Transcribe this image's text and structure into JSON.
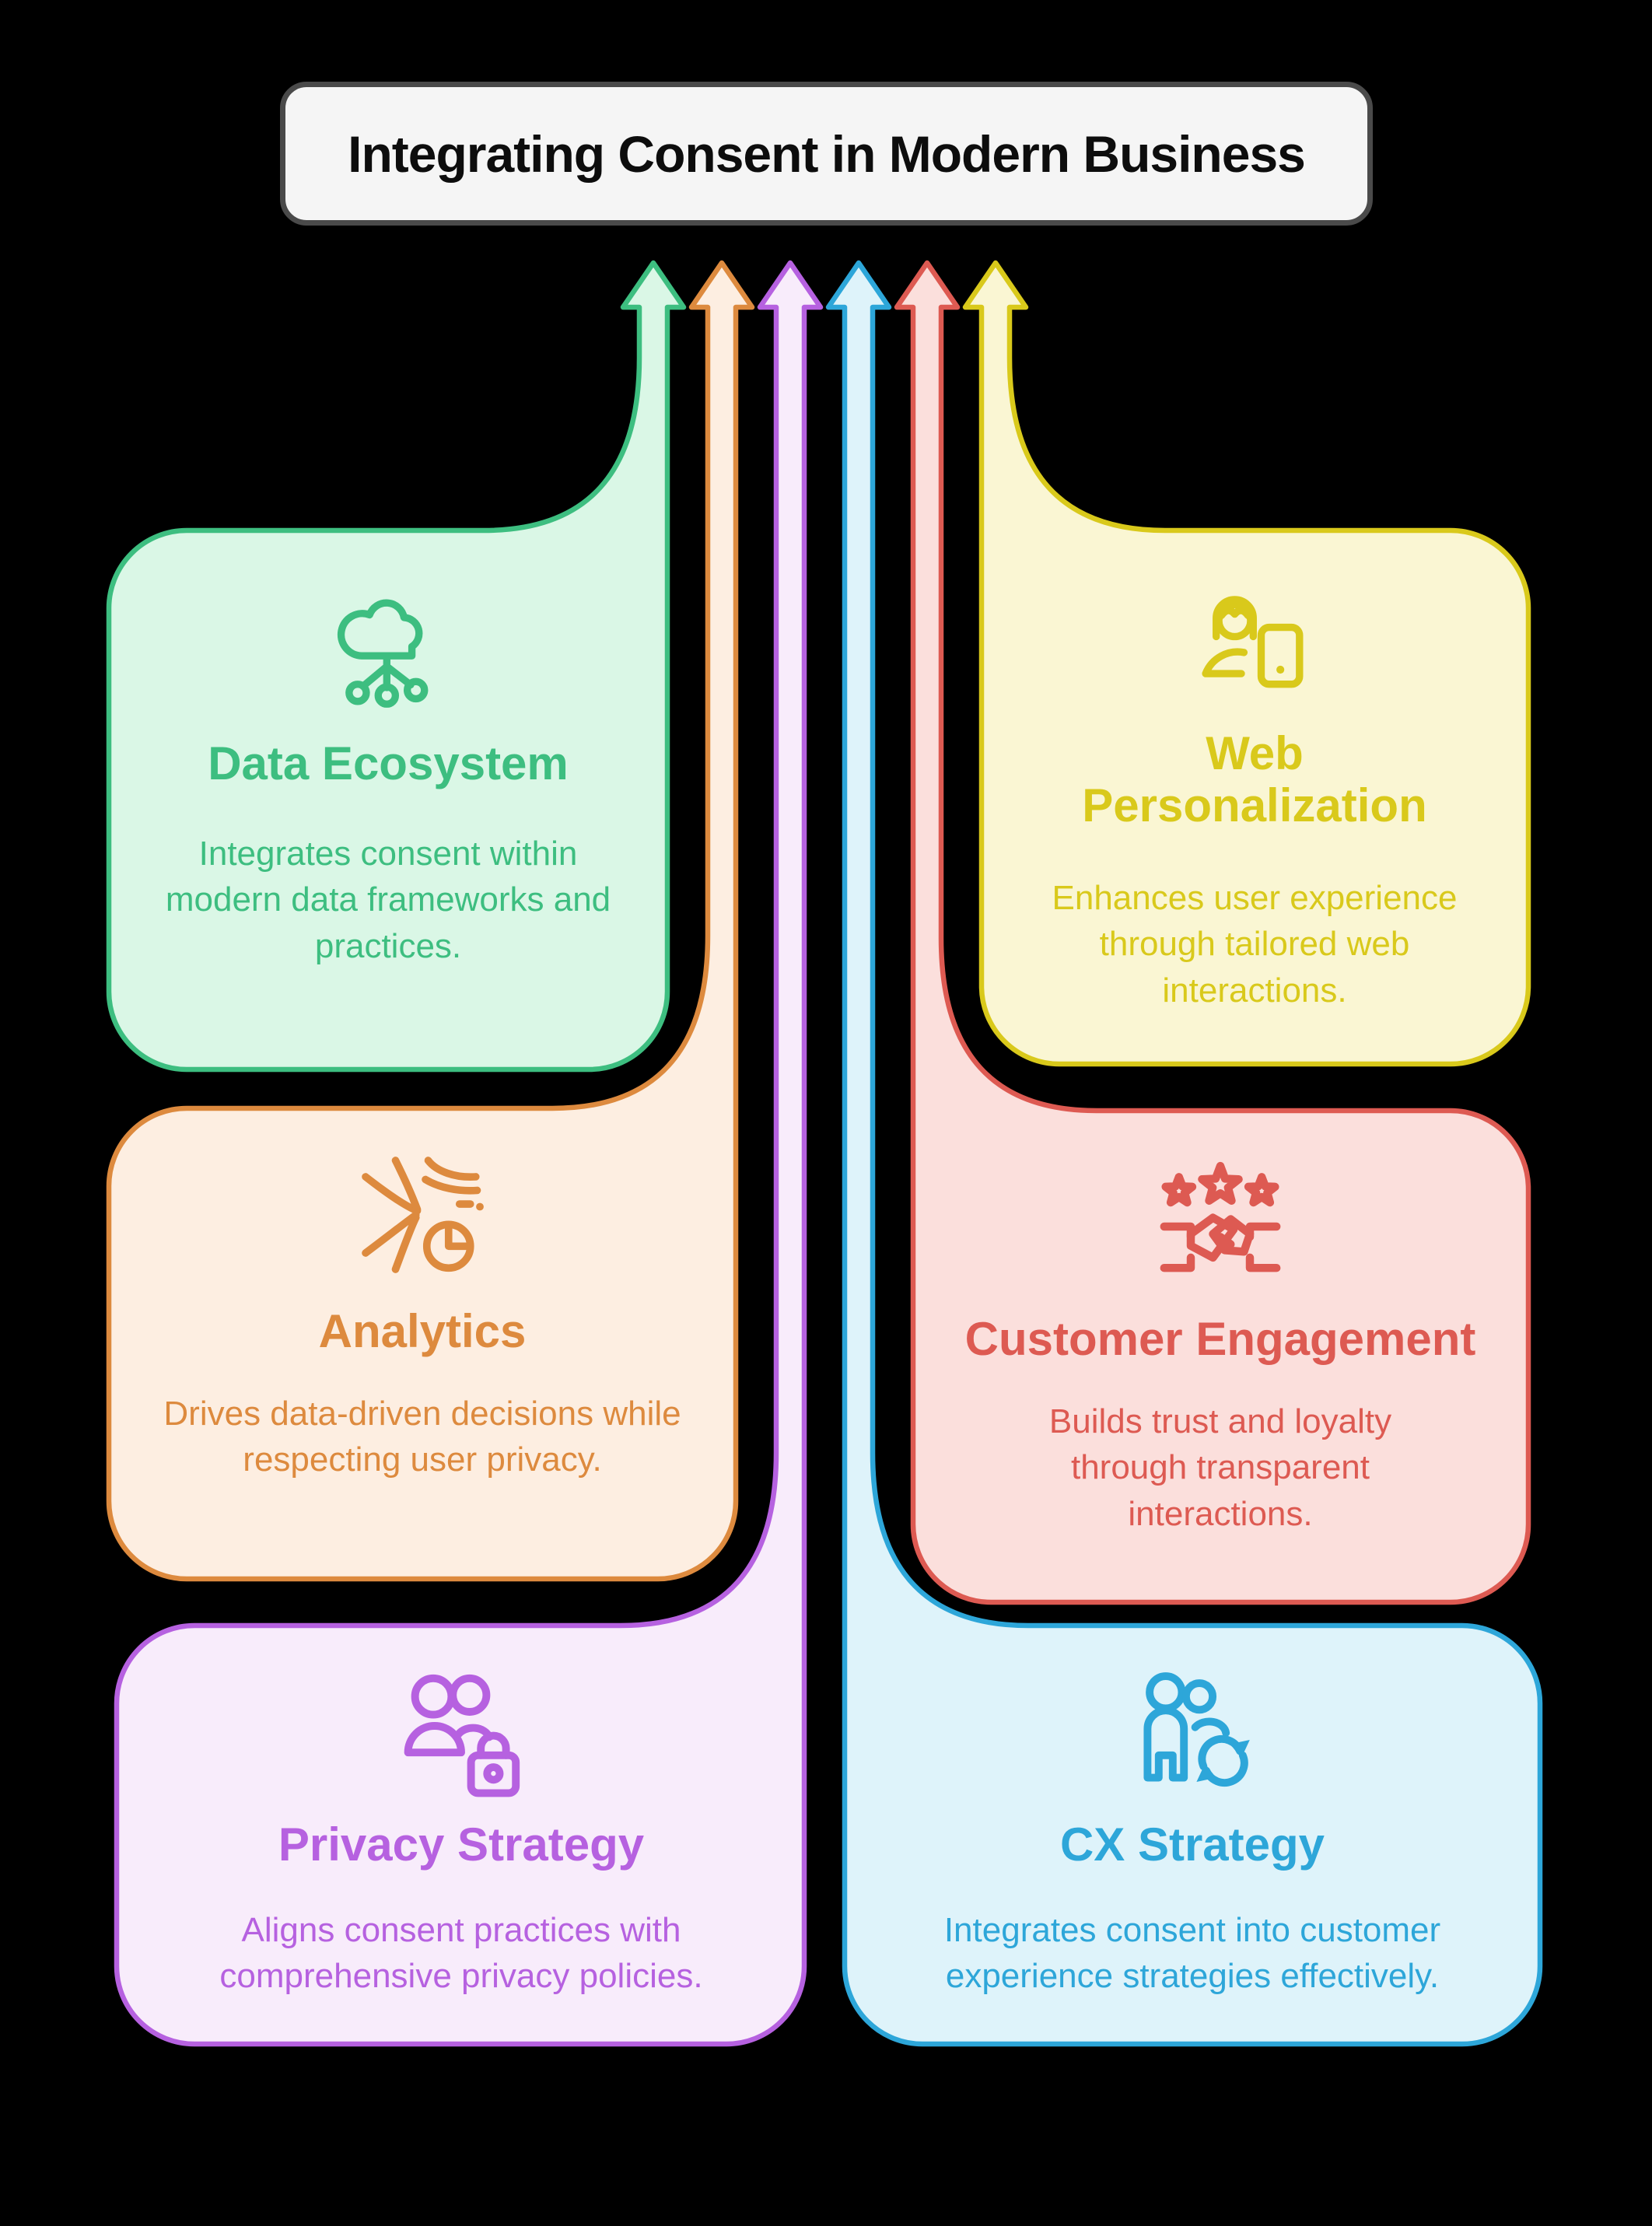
{
  "title": {
    "text": "Integrating Consent in Modern Business"
  },
  "colors": {
    "background": "#000000",
    "title_bg": "#f5f5f5",
    "title_border": "#4a4a4a",
    "title_text": "#0d0d0d"
  },
  "arrows": {
    "direction": "up",
    "columns_left_to_right": [
      "Data Ecosystem",
      "Analytics",
      "Privacy Strategy",
      "CX Strategy",
      "Customer Engagement",
      "Web Personalization"
    ]
  },
  "cards": [
    {
      "label": "Data Ecosystem",
      "description": "Integrates consent within modern data frameworks and practices.",
      "icon": "cloud-network-icon",
      "color": "#3dbe80",
      "color_light": "#daf7e6"
    },
    {
      "label": "Web Personalization",
      "description": "Enhances user experience through tailored web interactions.",
      "icon": "user-device-icon",
      "color": "#d9c91b",
      "color_light": "#faf6d3"
    },
    {
      "label": "Analytics",
      "description": "Drives data-driven decisions while respecting user privacy.",
      "icon": "flow-pie-chart-icon",
      "color": "#dd8a3e",
      "color_light": "#fdeee1"
    },
    {
      "label": "Customer Engagement",
      "description": "Builds trust and loyalty through transparent interactions.",
      "icon": "stars-handshake-icon",
      "color": "#dd5a52",
      "color_light": "#fbdfdc"
    },
    {
      "label": "Privacy Strategy",
      "description": "Aligns consent practices with comprehensive privacy policies.",
      "icon": "users-padlock-icon",
      "color": "#b661e0",
      "color_light": "#f8ecfb"
    },
    {
      "label": "CX Strategy",
      "description": "Integrates consent into customer experience strategies effectively.",
      "icon": "users-sync-icon",
      "color": "#2da6d9",
      "color_light": "#def3fa"
    }
  ]
}
